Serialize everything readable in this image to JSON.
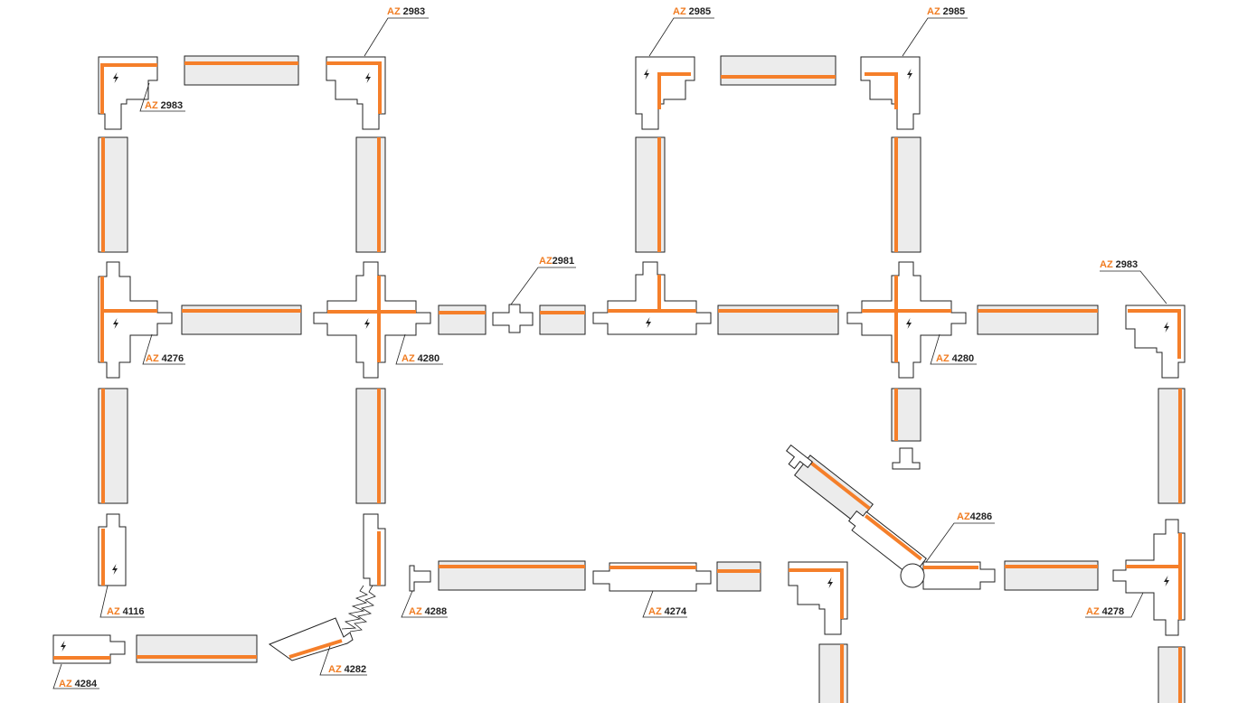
{
  "accent_color": "#f57f2a",
  "track_fill": "#ececec",
  "icons": [
    "power-feed-bolt-icon"
  ],
  "labels": [
    {
      "id": "lbl-top-left-corner",
      "prefix": "AZ",
      "code": "2983"
    },
    {
      "id": "lbl-top-second-corner",
      "prefix": "AZ",
      "code": "2983"
    },
    {
      "id": "lbl-top-third-corner",
      "prefix": "AZ",
      "code": "2985"
    },
    {
      "id": "lbl-top-fourth-corner",
      "prefix": "AZ",
      "code": "2985"
    },
    {
      "id": "lbl-mid-coupler",
      "prefix": "AZ",
      "code": "2981"
    },
    {
      "id": "lbl-right-corner",
      "prefix": "AZ",
      "code": "2983"
    },
    {
      "id": "lbl-t-left",
      "prefix": "AZ",
      "code": "4276"
    },
    {
      "id": "lbl-cross-left",
      "prefix": "AZ",
      "code": "4280"
    },
    {
      "id": "lbl-cross-right",
      "prefix": "AZ",
      "code": "4280"
    },
    {
      "id": "lbl-angle",
      "prefix": "AZ",
      "code": "4286"
    },
    {
      "id": "lbl-feed-end",
      "prefix": "AZ",
      "code": "4116"
    },
    {
      "id": "lbl-endcap",
      "prefix": "AZ",
      "code": "4288"
    },
    {
      "id": "lbl-mid-feed",
      "prefix": "AZ",
      "code": "4274"
    },
    {
      "id": "lbl-t-right",
      "prefix": "AZ",
      "code": "4278"
    },
    {
      "id": "lbl-live-end",
      "prefix": "AZ",
      "code": "4284"
    },
    {
      "id": "lbl-flex",
      "prefix": "AZ",
      "code": "4282"
    }
  ]
}
